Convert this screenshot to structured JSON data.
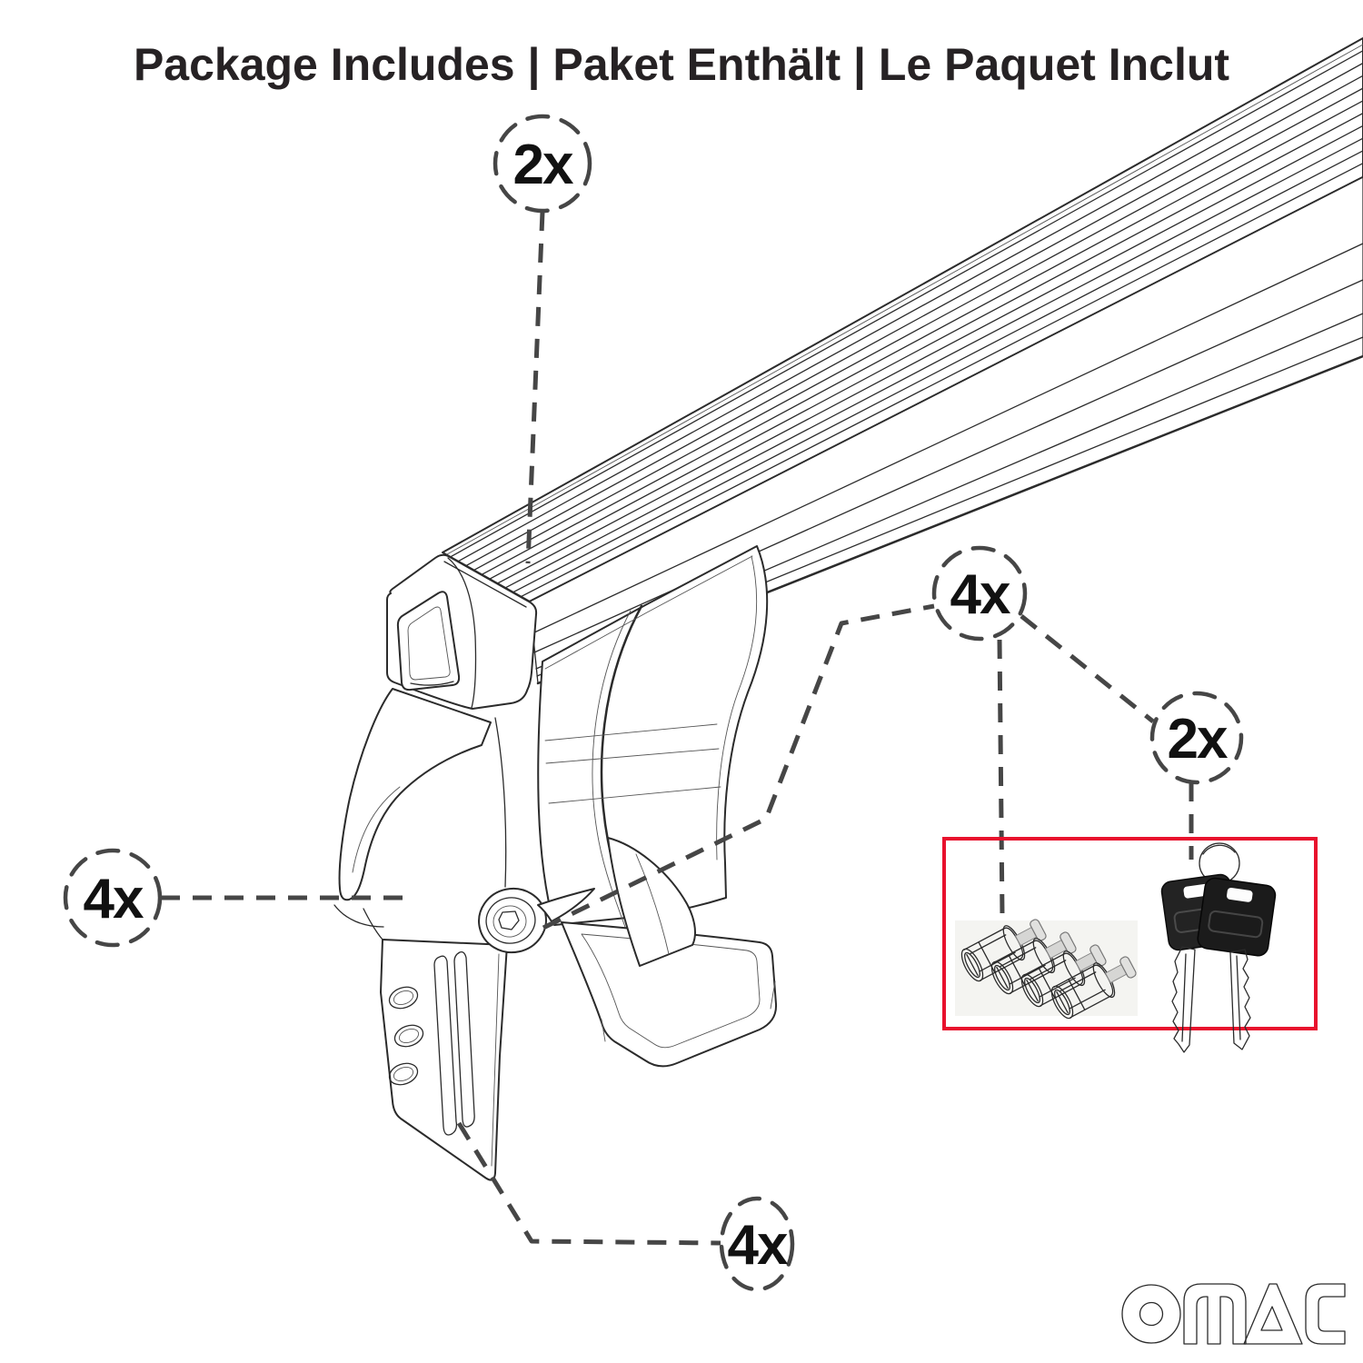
{
  "title": "Package Includes | Paket Enthält | Le Paquet Inclut",
  "callouts": {
    "crossbar_qty": "2x",
    "foot_qty": "4x",
    "lock_cylinder_qty": "4x",
    "key_qty": "2x",
    "bracket_qty": "4x"
  },
  "logo": {
    "black_part": "OM",
    "red_part": "AC"
  },
  "colors": {
    "line": "#2b2b2b",
    "dash": "#464646",
    "red_box": "#e8112d",
    "logo_black": "#1d1d1b",
    "logo_red": "#e03127",
    "lock_slot_red": "#b23040"
  }
}
